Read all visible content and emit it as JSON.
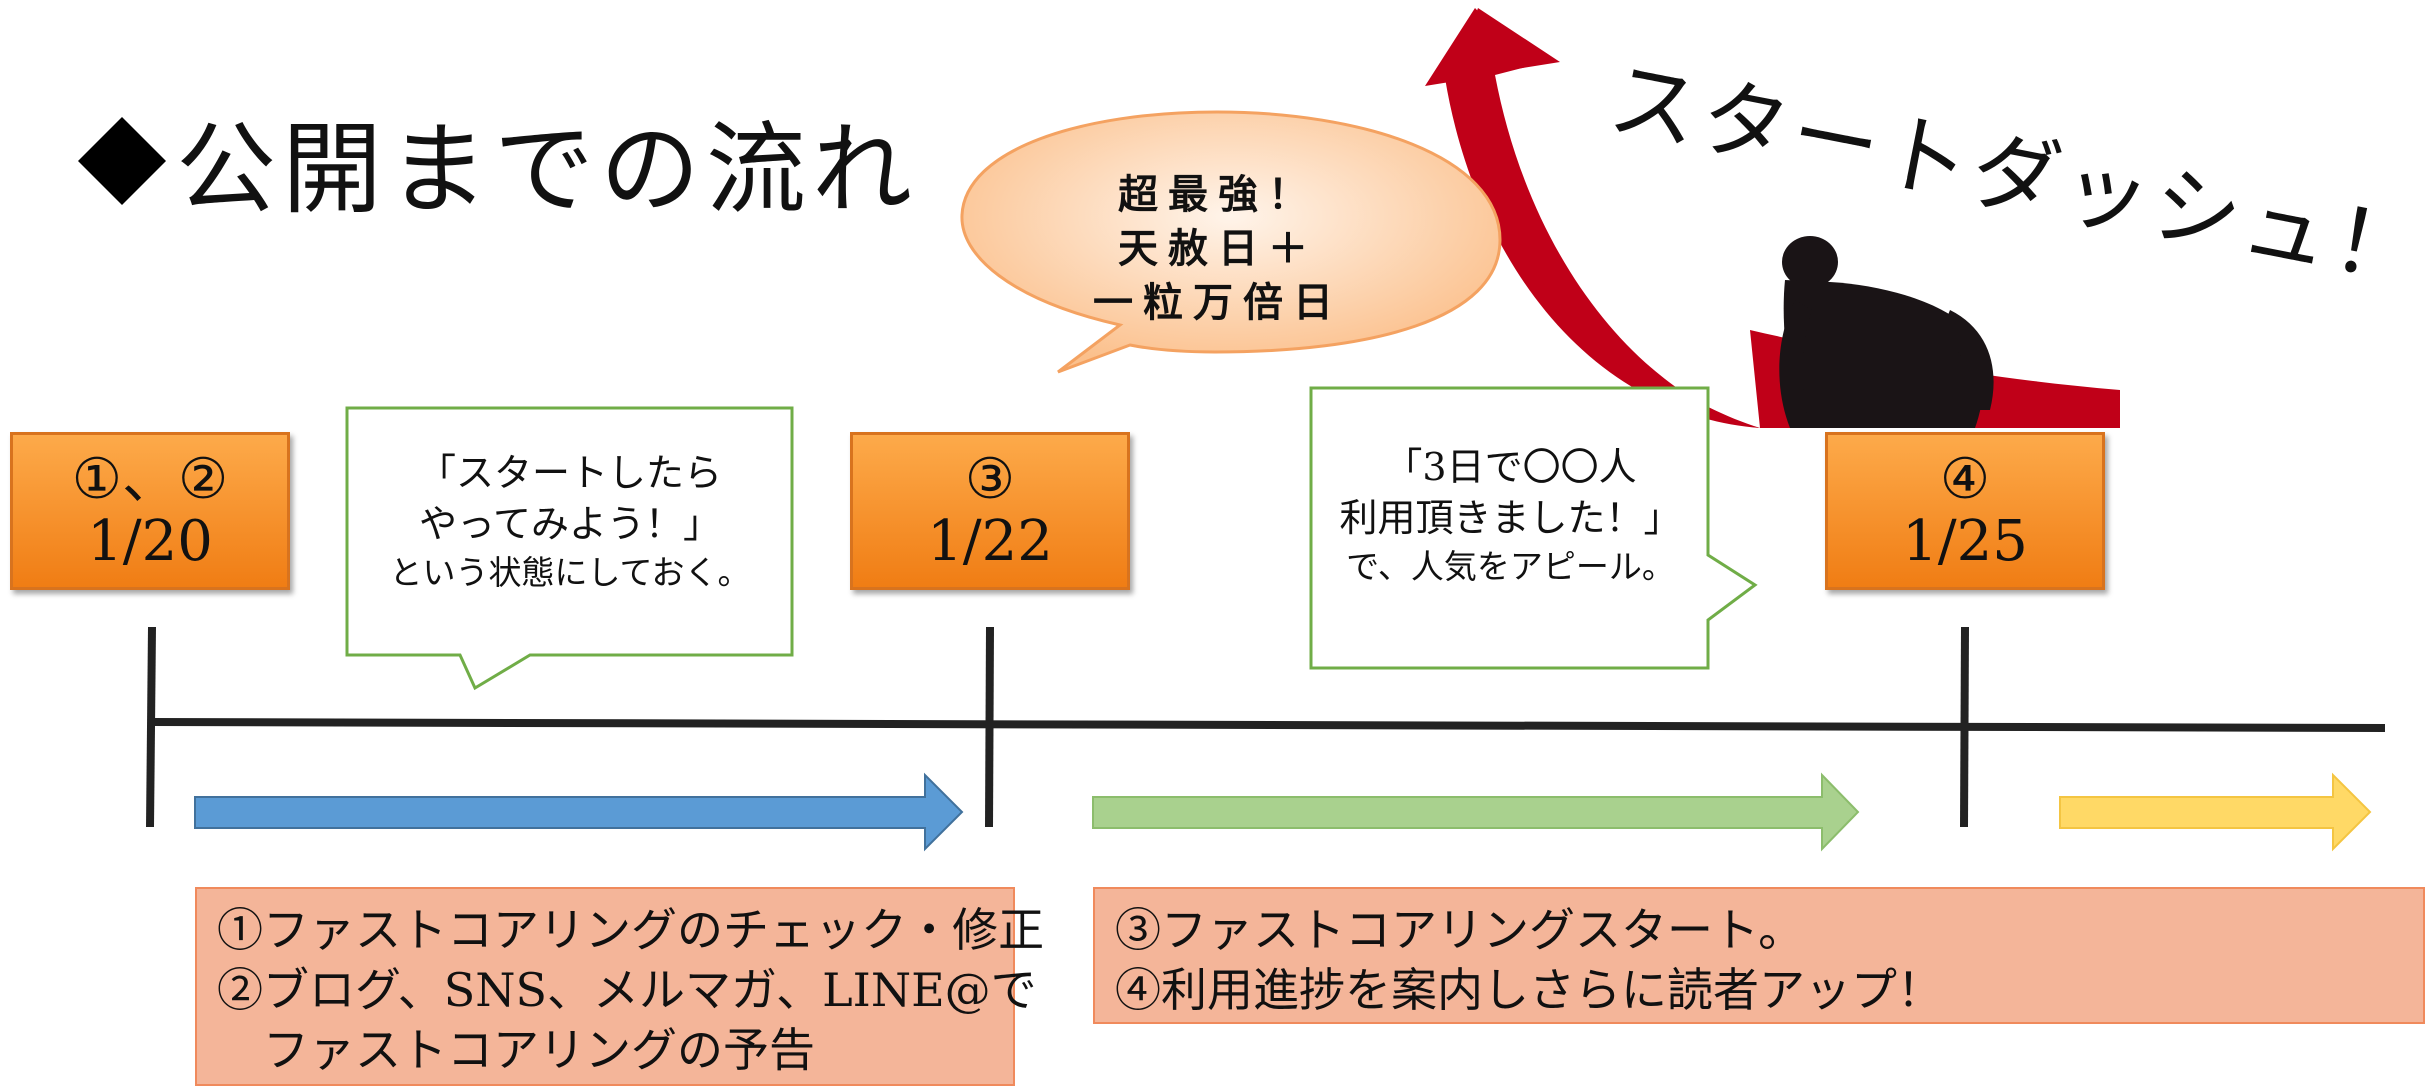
{
  "title": "公開までの流れ",
  "dash_caption": "スタートダッシュ！",
  "milestones": [
    {
      "number": "①、②",
      "date": "1/20"
    },
    {
      "number": "③",
      "date": "1/22"
    },
    {
      "number": "④",
      "date": "1/25"
    }
  ],
  "callout_left": {
    "line1": "「スタートしたら",
    "line2": "やってみよう！」",
    "line3": "という状態にしておく。"
  },
  "callout_right": {
    "line1": "「3日で〇〇人",
    "line2": "利用頂きました！」",
    "line3": "で、人気をアピール。"
  },
  "bubble": {
    "line1": "超最強！",
    "line2": "天赦日＋",
    "line3": "一粒万倍日"
  },
  "desc_left": {
    "line1": "①ファストコアリングのチェック・修正",
    "line2": "②ブログ、SNS、メルマガ、LINE@で",
    "line3": "　ファストコアリングの予告"
  },
  "desc_right": {
    "line1": "③ファストコアリングスタート。",
    "line2": "④利用進捗を案内しさらに読者アップ！"
  },
  "colors": {
    "milestone_orange": "#f28a1f",
    "arrow_blue": "#5b9bd5",
    "arrow_green": "#a9d18e",
    "arrow_yellow": "#ffd966",
    "desc_salmon": "#f4b599",
    "callout_border": "#70ad47",
    "swoosh_red": "#c00018"
  }
}
